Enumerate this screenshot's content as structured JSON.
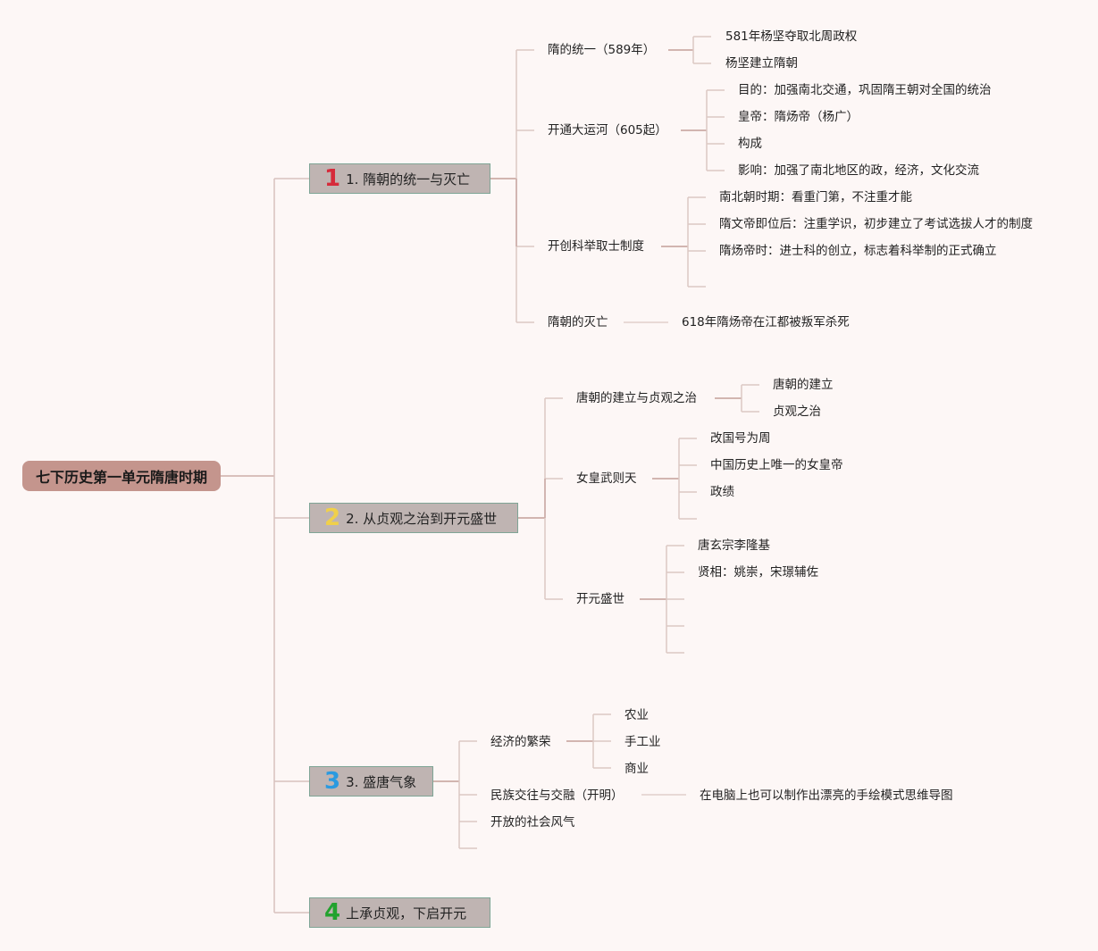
{
  "root": {
    "label": "七下历史第一单元隋唐时期"
  },
  "branches": [
    {
      "number": "1",
      "number_color": "#d62a3a",
      "label": "1. 隋朝的统一与灭亡",
      "topics": [
        {
          "label": "隋的统一（589年）",
          "children": [
            "581年杨坚夺取北周政权",
            "杨坚建立隋朝"
          ]
        },
        {
          "label": "开通大运河（605起）",
          "children": [
            "目的：加强南北交通，巩固隋王朝对全国的统治",
            "皇帝：隋炀帝（杨广）",
            "构成",
            "影响：加强了南北地区的政，经济，文化交流"
          ]
        },
        {
          "label": "开创科举取士制度",
          "children": [
            "南北朝时期：看重门第，不注重才能",
            "隋文帝即位后：注重学识，初步建立了考试选拔人才的制度",
            "隋炀帝时：进士科的创立，标志着科举制的正式确立",
            ""
          ]
        },
        {
          "label": "隋朝的灭亡",
          "children": [
            "618年隋炀帝在江都被叛军杀死"
          ]
        }
      ]
    },
    {
      "number": "2",
      "number_color": "#f0d04a",
      "label": "2. 从贞观之治到开元盛世",
      "topics": [
        {
          "label": "唐朝的建立与贞观之治",
          "children": [
            "唐朝的建立",
            "贞观之治"
          ]
        },
        {
          "label": "女皇武则天",
          "children": [
            "改国号为周",
            "中国历史上唯一的女皇帝",
            "政绩",
            ""
          ]
        },
        {
          "label": "开元盛世",
          "children": [
            "唐玄宗李隆基",
            "贤相：姚崇，宋璟辅佐",
            "",
            "",
            ""
          ]
        }
      ]
    },
    {
      "number": "3",
      "number_color": "#2b9ae0",
      "label": "3. 盛唐气象",
      "topics": [
        {
          "label": "经济的繁荣",
          "children": [
            "农业",
            "手工业",
            "商业"
          ]
        },
        {
          "label": "民族交往与交融（开明）",
          "children": [
            "在电脑上也可以制作出漂亮的手绘模式思维导图"
          ]
        },
        {
          "label": "开放的社会风气",
          "children": []
        },
        {
          "label": "",
          "children": []
        }
      ]
    },
    {
      "number": "4",
      "number_color": "#22a22e",
      "label": "上承贞观，下启开元",
      "topics": []
    }
  ],
  "colors": {
    "background": "#fdf7f6",
    "root_fill": "#c4958d",
    "branch_fill": "#bfb4b2",
    "branch_border": "#7fa596",
    "line": "#d9c4c0",
    "line_dark": "#c29e98"
  }
}
